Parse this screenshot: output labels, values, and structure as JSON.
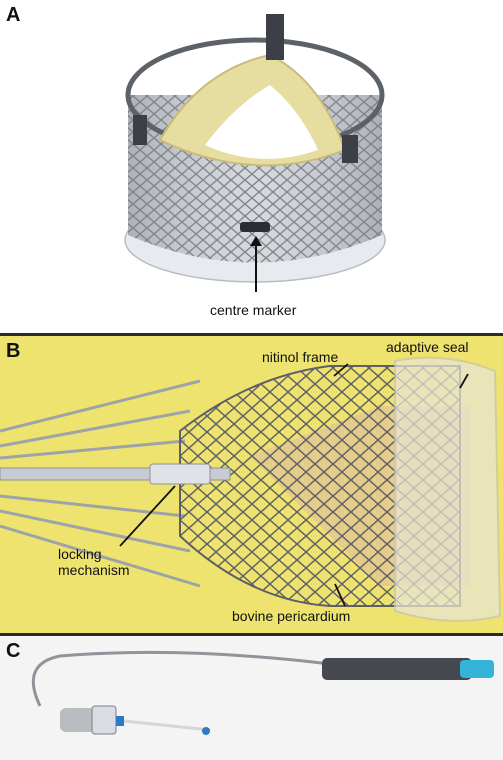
{
  "panels": [
    {
      "letter": "A",
      "labels": [
        "centre marker"
      ]
    },
    {
      "letter": "B",
      "labels": [
        "nitinol frame",
        "adaptive seal",
        "locking",
        "mechanism",
        "bovine pericardium"
      ]
    },
    {
      "letter": "C",
      "labels": []
    }
  ],
  "colors": {
    "panel_b_background": "#eee36e",
    "tissue": "#e6dda0",
    "catheter_tip": "#34b4d8"
  }
}
